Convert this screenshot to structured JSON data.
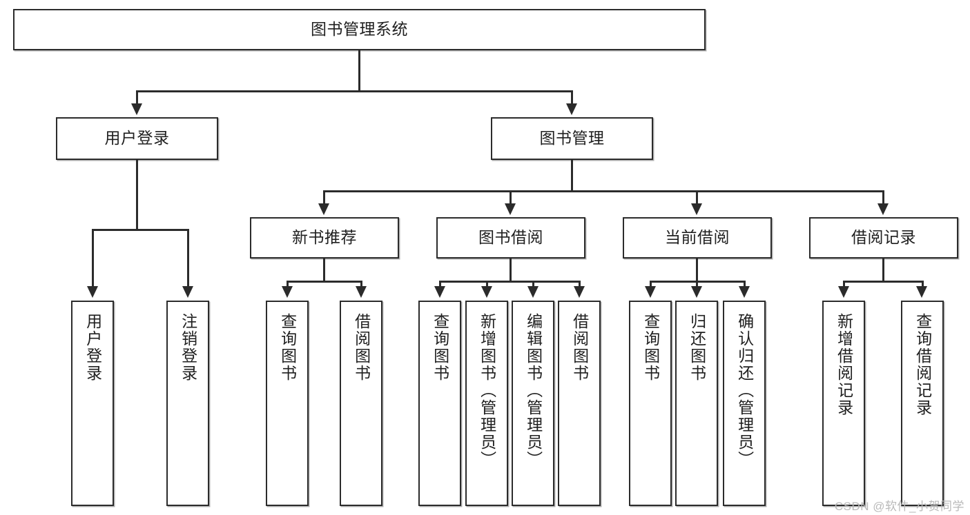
{
  "diagram": {
    "type": "tree-hierarchy",
    "title": "图书管理系统",
    "orientation": "top-down",
    "watermark": "CSDN @软件_小贺同学",
    "colors": {
      "box_border": "#2b2b2b",
      "box_fill": "#ffffff",
      "connector": "#2b2b2b",
      "text": "#1f1f1f",
      "watermark": "#b9b9b9",
      "background": "#ffffff"
    },
    "nodes": {
      "root": {
        "label": "图书管理系统",
        "level": 1
      },
      "l2": [
        {
          "id": "user-login",
          "label": "用户登录",
          "level": 2
        },
        {
          "id": "book-manage",
          "label": "图书管理",
          "level": 2
        }
      ],
      "l3": [
        {
          "id": "new-book-rec",
          "label": "新书推荐",
          "level": 3,
          "parent": "book-manage"
        },
        {
          "id": "book-borrow",
          "label": "图书借阅",
          "level": 3,
          "parent": "book-manage"
        },
        {
          "id": "current-borrow",
          "label": "当前借阅",
          "level": 3,
          "parent": "book-manage"
        },
        {
          "id": "borrow-record",
          "label": "借阅记录",
          "level": 3,
          "parent": "book-manage"
        }
      ],
      "leaves": [
        {
          "id": "leaf-user-login",
          "label": "用户登录",
          "parent": "user-login"
        },
        {
          "id": "leaf-user-logout",
          "label": "注销登录",
          "parent": "user-login"
        },
        {
          "id": "leaf-rec-query-book",
          "label": "查询图书",
          "parent": "new-book-rec"
        },
        {
          "id": "leaf-rec-borrow-book",
          "label": "借阅图书",
          "parent": "new-book-rec"
        },
        {
          "id": "leaf-bor-query-book",
          "label": "查询图书",
          "parent": "book-borrow"
        },
        {
          "id": "leaf-bor-add-book",
          "label": "新增图书（管理员）",
          "parent": "book-borrow"
        },
        {
          "id": "leaf-bor-edit-book",
          "label": "编辑图书（管理员）",
          "parent": "book-borrow"
        },
        {
          "id": "leaf-bor-borrow-book",
          "label": "借阅图书",
          "parent": "book-borrow"
        },
        {
          "id": "leaf-cur-query-book",
          "label": "查询图书",
          "parent": "current-borrow"
        },
        {
          "id": "leaf-cur-return-book",
          "label": "归还图书",
          "parent": "current-borrow"
        },
        {
          "id": "leaf-cur-confirm",
          "label": "确认归还（管理员）",
          "parent": "current-borrow"
        },
        {
          "id": "leaf-rec-add-record",
          "label": "新增借阅记录",
          "parent": "borrow-record"
        },
        {
          "id": "leaf-rec-query-record",
          "label": "查询借阅记录",
          "parent": "borrow-record"
        }
      ]
    }
  }
}
